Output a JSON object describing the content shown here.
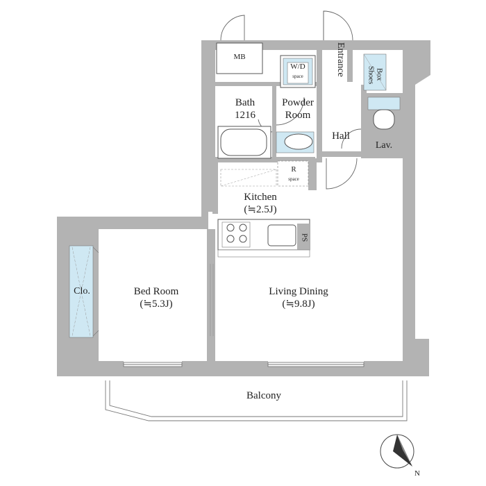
{
  "rooms": {
    "mb": "MB",
    "wd": "W/D",
    "wd_space": "space",
    "entrance": "Entrance",
    "shoes_box_1": "Shoes",
    "shoes_box_2": "Box",
    "bath": "Bath",
    "bath_size": "1216",
    "powder": "Powder",
    "powder_2": "Room",
    "hall": "Hall",
    "lav": "Lav.",
    "r": "R",
    "r_space": "space",
    "kitchen": "Kitchen",
    "kitchen_size": "(≒2.5J)",
    "ps": "PS",
    "clo": "Clo.",
    "bed_room": "Bed Room",
    "bed_size": "(≒5.3J)",
    "living": "Living Dining",
    "living_size": "(≒9.8J)",
    "balcony": "Balcony"
  },
  "compass": {
    "north": "N"
  },
  "colors": {
    "wall": "#b3b3b3",
    "line": "#555555",
    "fixture_blue": "#cfe8f3"
  }
}
